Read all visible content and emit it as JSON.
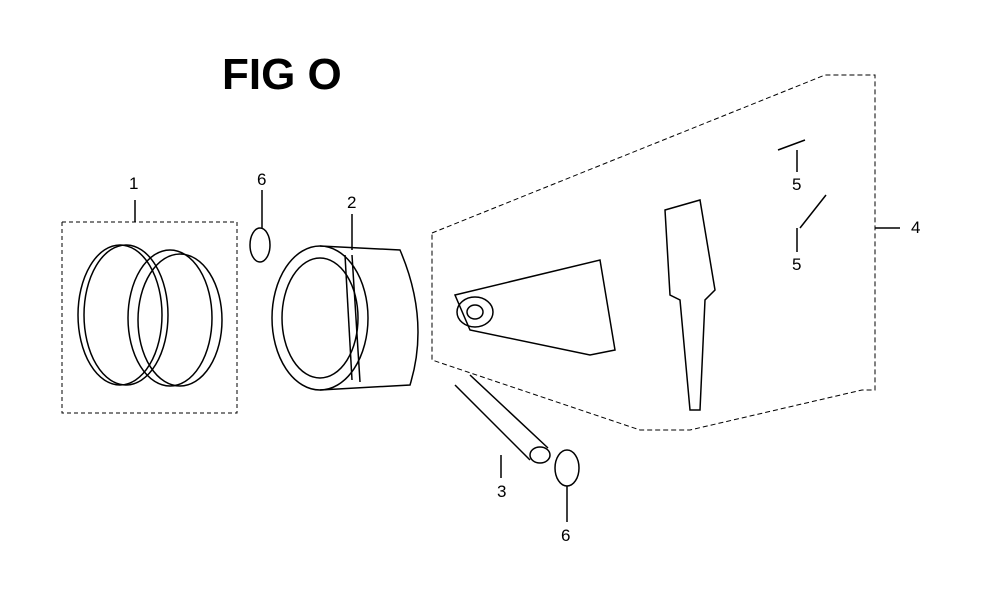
{
  "title": "FIG O",
  "callouts": {
    "rings": "1",
    "piston": "2",
    "pin": "3",
    "rod_assembly": "4",
    "bolt_top": "5",
    "bolt_bottom": "5",
    "clip_top": "6",
    "clip_bottom": "6"
  }
}
